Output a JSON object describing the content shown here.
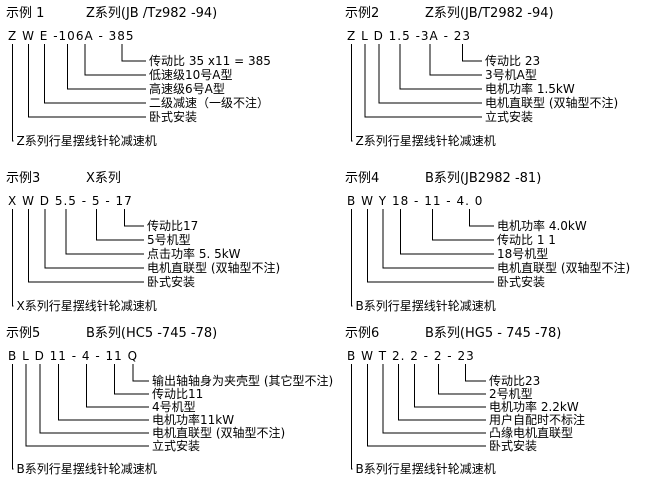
{
  "page": {
    "background": "#ffffff",
    "text_color": "#000000",
    "line_color": "#000000"
  },
  "examples": [
    {
      "label": "示例 1",
      "series": "Z系列(JB /Tz982 -94)",
      "code": "Z W E -106A - 385",
      "segments": [
        {
          "t": "Z",
          "a": true
        },
        {
          "t": " "
        },
        {
          "t": "W",
          "a": true
        },
        {
          "t": " "
        },
        {
          "t": "E",
          "a": true
        },
        {
          "t": " "
        },
        {
          "t": "-"
        },
        {
          "t": "10",
          "a": true
        },
        {
          "t": "6A",
          "a": true
        },
        {
          "t": " - "
        },
        {
          "t": "385",
          "a": true
        }
      ],
      "labels": [
        "传动比 35 x11 = 385",
        "低速级10号A型",
        "高速级6号A型",
        "二级减速（一级不注）",
        "卧式安装",
        "Z系列行星摆线针轮减速机"
      ]
    },
    {
      "label": "示例2",
      "series": "Z系列(JB/T2982 -94)",
      "code": "Z L D 1.5 -3A - 23",
      "segments": [
        {
          "t": "Z",
          "a": true
        },
        {
          "t": " "
        },
        {
          "t": "L",
          "a": true
        },
        {
          "t": " "
        },
        {
          "t": "D",
          "a": true
        },
        {
          "t": " "
        },
        {
          "t": "1.5",
          "a": true
        },
        {
          "t": " -"
        },
        {
          "t": "3A",
          "a": true
        },
        {
          "t": " - "
        },
        {
          "t": "23",
          "a": true
        }
      ],
      "labels": [
        "传动比 23",
        "3号机A型",
        "电机功率 1.5kW",
        "电机直联型 (双轴型不注)",
        "立式安装",
        "Z系列行星摆线针轮减速机"
      ]
    },
    {
      "label": "示例3",
      "series": "X系列",
      "code": "X W D 5.5 - 5 - 17",
      "segments": [
        {
          "t": "X",
          "a": true
        },
        {
          "t": " "
        },
        {
          "t": "W",
          "a": true
        },
        {
          "t": " "
        },
        {
          "t": "D",
          "a": true
        },
        {
          "t": " "
        },
        {
          "t": "5.5",
          "a": true
        },
        {
          "t": " - "
        },
        {
          "t": "5",
          "a": true
        },
        {
          "t": " - "
        },
        {
          "t": "17",
          "a": true
        }
      ],
      "labels": [
        "传动比17",
        "5号机型",
        "点击功率 5. 5kW",
        "电机直联型 (双轴型不注)",
        "卧式安装",
        "X系列行星摆线针轮减速机"
      ]
    },
    {
      "label": "示例4",
      "series": "B系列(JB2982 -81)",
      "code": "B W Y 18 - 11 - 4. 0",
      "segments": [
        {
          "t": "B",
          "a": true
        },
        {
          "t": " "
        },
        {
          "t": "W",
          "a": true
        },
        {
          "t": " "
        },
        {
          "t": "Y",
          "a": true
        },
        {
          "t": " "
        },
        {
          "t": "18",
          "a": true
        },
        {
          "t": " - "
        },
        {
          "t": "11",
          "a": true
        },
        {
          "t": " - "
        },
        {
          "t": "4. 0",
          "a": true
        }
      ],
      "labels": [
        "电机功率 4.0kW",
        "传动比 1 1",
        "18号机型",
        "电机直联型 (双轴型不注)",
        "卧式安装",
        "B系列行星摆线针轮减速机"
      ]
    },
    {
      "label": "示例5",
      "series": "B系列(HC5 -745 -78)",
      "code": "B L D 11 - 4 - 11 Q",
      "segments": [
        {
          "t": "B",
          "a": true
        },
        {
          "t": " "
        },
        {
          "t": "L",
          "a": true
        },
        {
          "t": " "
        },
        {
          "t": "D",
          "a": true
        },
        {
          "t": " "
        },
        {
          "t": "11",
          "a": true
        },
        {
          "t": " - "
        },
        {
          "t": "4",
          "a": true
        },
        {
          "t": " - "
        },
        {
          "t": "11",
          "a": true
        },
        {
          "t": " "
        },
        {
          "t": "Q",
          "a": true
        }
      ],
      "labels": [
        "输出轴轴身为夹壳型 (其它型不注)",
        "传动比11",
        "4号机型",
        "电机功率11kW",
        "电机直联型 (双轴型不注)",
        "立式安装",
        "B系列行星摆线针轮减速机"
      ]
    },
    {
      "label": "示例6",
      "series": "B系列(HG5 - 745 -78)",
      "code": "B W T 2. 2 - 2 - 23",
      "segments": [
        {
          "t": "B",
          "a": true
        },
        {
          "t": " "
        },
        {
          "t": "W",
          "a": true
        },
        {
          "t": " "
        },
        {
          "t": "T",
          "a": true
        },
        {
          "t": " "
        },
        {
          "t": "2.",
          "a": true
        },
        {
          "t": " "
        },
        {
          "t": "2",
          "a": true
        },
        {
          "t": " - "
        },
        {
          "t": "2",
          "a": true
        },
        {
          "t": " - "
        },
        {
          "t": "23",
          "a": true
        }
      ],
      "labels": [
        "传动比23",
        "2号机型",
        "电机功率 2.2kW",
        "用户自配时不标注",
        "凸缘电机直联型",
        "卧式安装",
        "B系列行星摆线针轮减速机"
      ]
    }
  ]
}
